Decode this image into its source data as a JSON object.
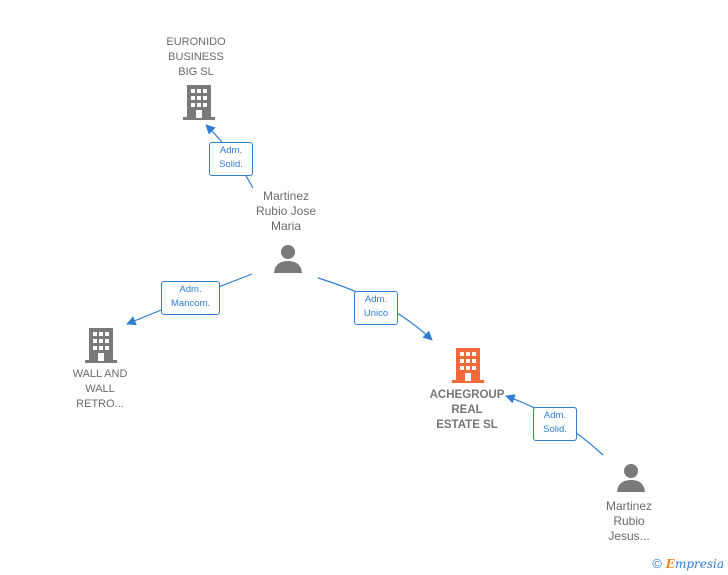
{
  "colors": {
    "edge": "#2f7dd3",
    "company_gray": "#7a7a7a",
    "company_highlight": "#f26a3a",
    "person": "#7a7a7a"
  },
  "nodes": {
    "euronido": {
      "label": "EURONIDO\nBUSINESS\nBIG SL",
      "icon": "building-icon"
    },
    "wallandwall": {
      "label": "WALL AND\nWALL\nRETRO...",
      "icon": "building-icon"
    },
    "achegroup": {
      "label": "ACHEGROUP\nREAL\nESTATE  SL",
      "icon": "building-icon"
    },
    "martinez_jose": {
      "label": "Martinez\nRubio Jose\nMaria",
      "icon": "person-icon"
    },
    "martinez_jesus": {
      "label": "Martinez\nRubio\nJesus...",
      "icon": "person-icon"
    }
  },
  "edges": {
    "e1": "Adm.\nSolid.",
    "e2": "Adm.\nMancom.",
    "e3": "Adm.\nUnico",
    "e4": "Adm.\nSolid."
  },
  "brand": {
    "copyright": "©",
    "e": "E",
    "rest": "mpresia"
  }
}
